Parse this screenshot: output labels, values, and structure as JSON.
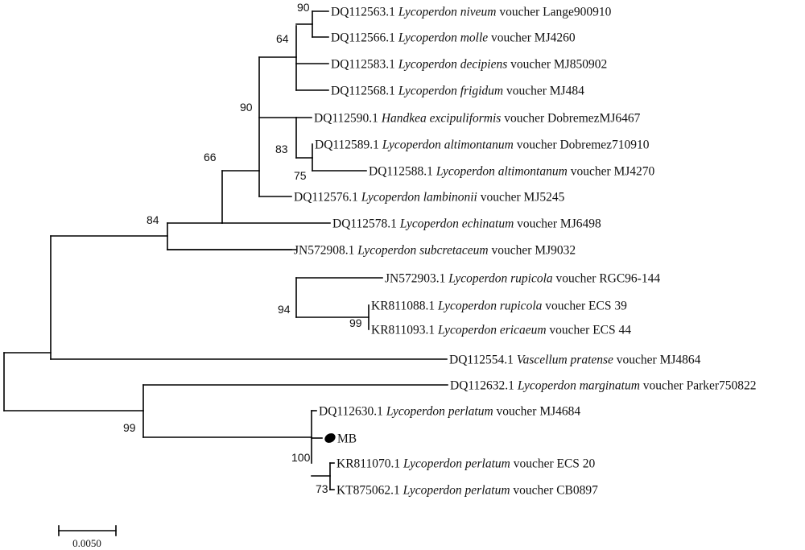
{
  "taxa": [
    {
      "acc": "DQ112563.1",
      "species": "Lycoperdon niveum",
      "voucher": "voucher Lange900910"
    },
    {
      "acc": "DQ112566.1",
      "species": "Lycoperdon molle",
      "voucher": "voucher MJ4260"
    },
    {
      "acc": "DQ112583.1",
      "species": "Lycoperdon decipiens",
      "voucher": "voucher MJ850902"
    },
    {
      "acc": "DQ112568.1",
      "species": "Lycoperdon frigidum",
      "voucher": "voucher MJ484"
    },
    {
      "acc": "DQ112590.1",
      "species": "Handkea excipuliformis",
      "voucher": "voucher DobremezMJ6467"
    },
    {
      "acc": "DQ112589.1",
      "species": "Lycoperdon altimontanum",
      "voucher": "voucher Dobremez710910"
    },
    {
      "acc": "DQ112588.1",
      "species": "Lycoperdon altimontanum",
      "voucher": "voucher MJ4270"
    },
    {
      "acc": "DQ112576.1",
      "species": "Lycoperdon lambinonii",
      "voucher": "voucher MJ5245"
    },
    {
      "acc": "DQ112578.1",
      "species": "Lycoperdon echinatum",
      "voucher": "voucher MJ6498"
    },
    {
      "acc": "JN572908.1",
      "species": "Lycoperdon subcretaceum",
      "voucher": "voucher MJ9032"
    },
    {
      "acc": "JN572903.1",
      "species": "Lycoperdon rupicola",
      "voucher": "voucher RGC96-144"
    },
    {
      "acc": "KR811088.1",
      "species": "Lycoperdon rupicola",
      "voucher": "voucher ECS 39"
    },
    {
      "acc": "KR811093.1",
      "species": "Lycoperdon ericaeum",
      "voucher": "voucher ECS 44"
    },
    {
      "acc": "DQ112554.1",
      "species": "Vascellum pratense",
      "voucher": "voucher MJ4864"
    },
    {
      "acc": "DQ112632.1",
      "species": "Lycoperdon marginatum",
      "voucher": "voucher Parker750822"
    },
    {
      "acc": "DQ112630.1",
      "species": "Lycoperdon perlatum",
      "voucher": "voucher MJ4684"
    },
    {
      "acc": "MB",
      "species": "",
      "voucher": ""
    },
    {
      "acc": "KR811070.1",
      "species": "Lycoperdon perlatum",
      "voucher": "voucher ECS 20"
    },
    {
      "acc": "KT875062.1",
      "species": "Lycoperdon perlatum",
      "voucher": "voucher CB0897"
    }
  ],
  "support_values": [
    "90",
    "64",
    "90",
    "83",
    "75",
    "66",
    "84",
    "94",
    "99",
    "99",
    "100",
    "73"
  ],
  "scale_bar": {
    "label": "0.0050"
  },
  "colors": {
    "line": "#000000",
    "text": "#111111",
    "background": "#ffffff"
  }
}
